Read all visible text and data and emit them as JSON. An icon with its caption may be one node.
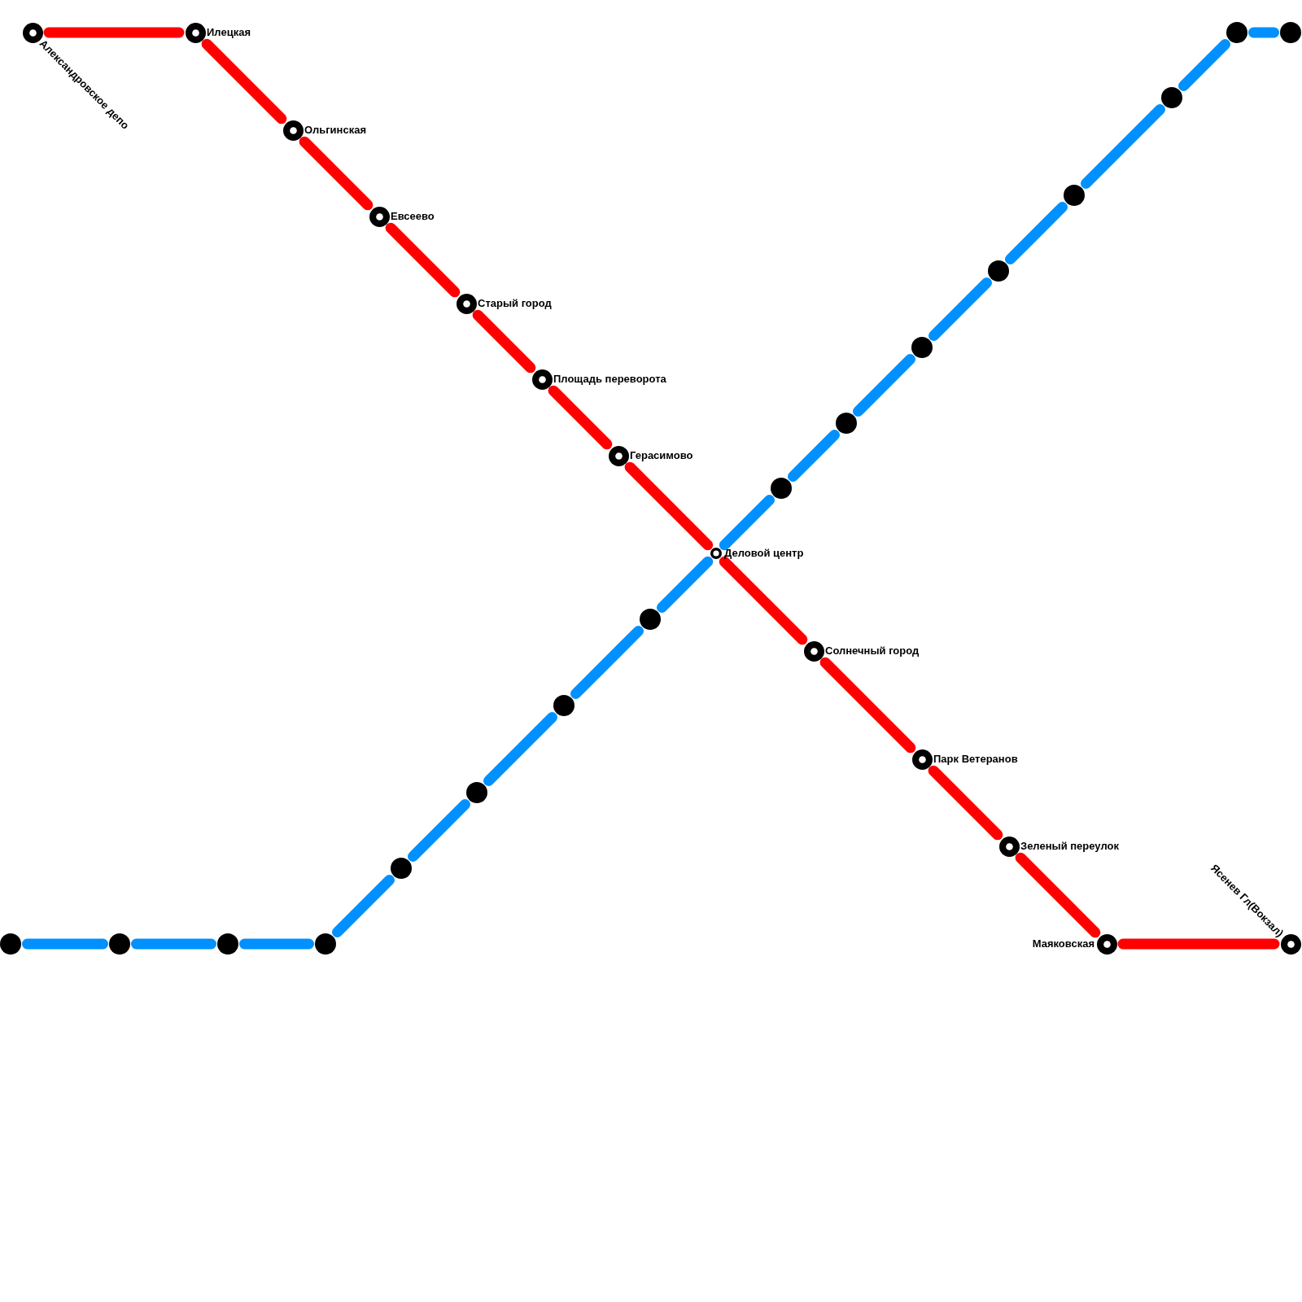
{
  "diagram": {
    "nodes": [
      {
        "text": [],
        "shape": "circle",
        "beside": [
          "Александровское депо"
        ]
      },
      {
        "text": [],
        "shape": "circle",
        "beside": [
          "Илецкая"
        ]
      },
      {
        "text": [],
        "shape": "circle",
        "beside": [
          "Ольгинская"
        ]
      },
      {
        "text": [],
        "shape": "circle",
        "beside": [
          "Евсеево"
        ]
      },
      {
        "text": [],
        "shape": "circle",
        "beside": [
          "Старый город"
        ]
      },
      {
        "text": [],
        "shape": "circle",
        "beside": [
          "Площадь переворота"
        ]
      },
      {
        "text": [],
        "shape": "circle",
        "beside": [
          "Герасимово"
        ]
      },
      {
        "text": [],
        "shape": "circle",
        "beside": [
          "Деловой центр"
        ]
      },
      {
        "text": [],
        "shape": "circle",
        "beside": [
          "Солнечный город"
        ]
      },
      {
        "text": [],
        "shape": "circle",
        "beside": [
          "Парк Ветеранов"
        ]
      },
      {
        "text": [],
        "shape": "circle",
        "beside": [
          "Зеленый переулок"
        ]
      },
      {
        "text": [],
        "shape": "circle",
        "beside": [
          "Маяковская"
        ]
      },
      {
        "text": [],
        "shape": "circle",
        "beside": [
          "Ясенев Гл(Вокзал)"
        ]
      },
      {
        "text": [],
        "shape": "circle"
      },
      {
        "text": [],
        "shape": "circle"
      },
      {
        "text": [],
        "shape": "circle"
      },
      {
        "text": [],
        "shape": "circle"
      },
      {
        "text": [],
        "shape": "circle"
      },
      {
        "text": [],
        "shape": "circle"
      },
      {
        "text": [],
        "shape": "circle"
      },
      {
        "text": [],
        "shape": "circle"
      },
      {
        "text": [],
        "shape": "circle"
      },
      {
        "text": [],
        "shape": "circle"
      },
      {
        "text": [],
        "shape": "circle"
      },
      {
        "text": [],
        "shape": "circle"
      },
      {
        "text": [],
        "shape": "circle"
      },
      {
        "text": [],
        "shape": "circle"
      },
      {
        "text": [],
        "shape": "circle"
      },
      {
        "text": [],
        "shape": "circle"
      }
    ],
    "edges": [
      {
        "from": 0,
        "to": 1,
        "arrow": "none",
        "color": "#ff0000"
      },
      {
        "from": 1,
        "to": 2,
        "arrow": "none",
        "color": "#ff0000"
      },
      {
        "from": 2,
        "to": 3,
        "arrow": "none",
        "color": "#ff0000"
      },
      {
        "from": 3,
        "to": 4,
        "arrow": "none",
        "color": "#ff0000"
      },
      {
        "from": 4,
        "to": 5,
        "arrow": "none",
        "color": "#ff0000"
      },
      {
        "from": 5,
        "to": 6,
        "arrow": "none",
        "color": "#ff0000"
      },
      {
        "from": 6,
        "to": 7,
        "arrow": "none",
        "color": "#ff0000"
      },
      {
        "from": 7,
        "to": 8,
        "arrow": "none",
        "color": "#ff0000"
      },
      {
        "from": 8,
        "to": 9,
        "arrow": "none",
        "color": "#ff0000"
      },
      {
        "from": 9,
        "to": 10,
        "arrow": "none",
        "color": "#ff0000"
      },
      {
        "from": 10,
        "to": 11,
        "arrow": "none",
        "color": "#ff0000"
      },
      {
        "from": 11,
        "to": 12,
        "arrow": "none",
        "color": "#ff0000"
      },
      {
        "from": 13,
        "to": 14,
        "arrow": "none"
      },
      {
        "from": 14,
        "to": 15,
        "arrow": "none"
      },
      {
        "from": 15,
        "to": 16,
        "arrow": "none"
      },
      {
        "from": 16,
        "to": 17,
        "arrow": "none"
      },
      {
        "from": 17,
        "to": 18,
        "arrow": "none"
      },
      {
        "from": 18,
        "to": 19,
        "arrow": "none"
      },
      {
        "from": 19,
        "to": 20,
        "arrow": "none"
      },
      {
        "from": 20,
        "to": 7,
        "arrow": "none"
      },
      {
        "from": 7,
        "to": 21,
        "arrow": "none"
      },
      {
        "from": 21,
        "to": 22,
        "arrow": "none"
      },
      {
        "from": 22,
        "to": 23,
        "arrow": "none"
      },
      {
        "from": 23,
        "to": 24,
        "arrow": "none"
      },
      {
        "from": 24,
        "to": 25,
        "arrow": "none"
      },
      {
        "from": 25,
        "to": 26,
        "arrow": "none"
      },
      {
        "from": 26,
        "to": 27,
        "arrow": "none"
      },
      {
        "from": 27,
        "to": 28,
        "arrow": "none"
      }
    ]
  }
}
